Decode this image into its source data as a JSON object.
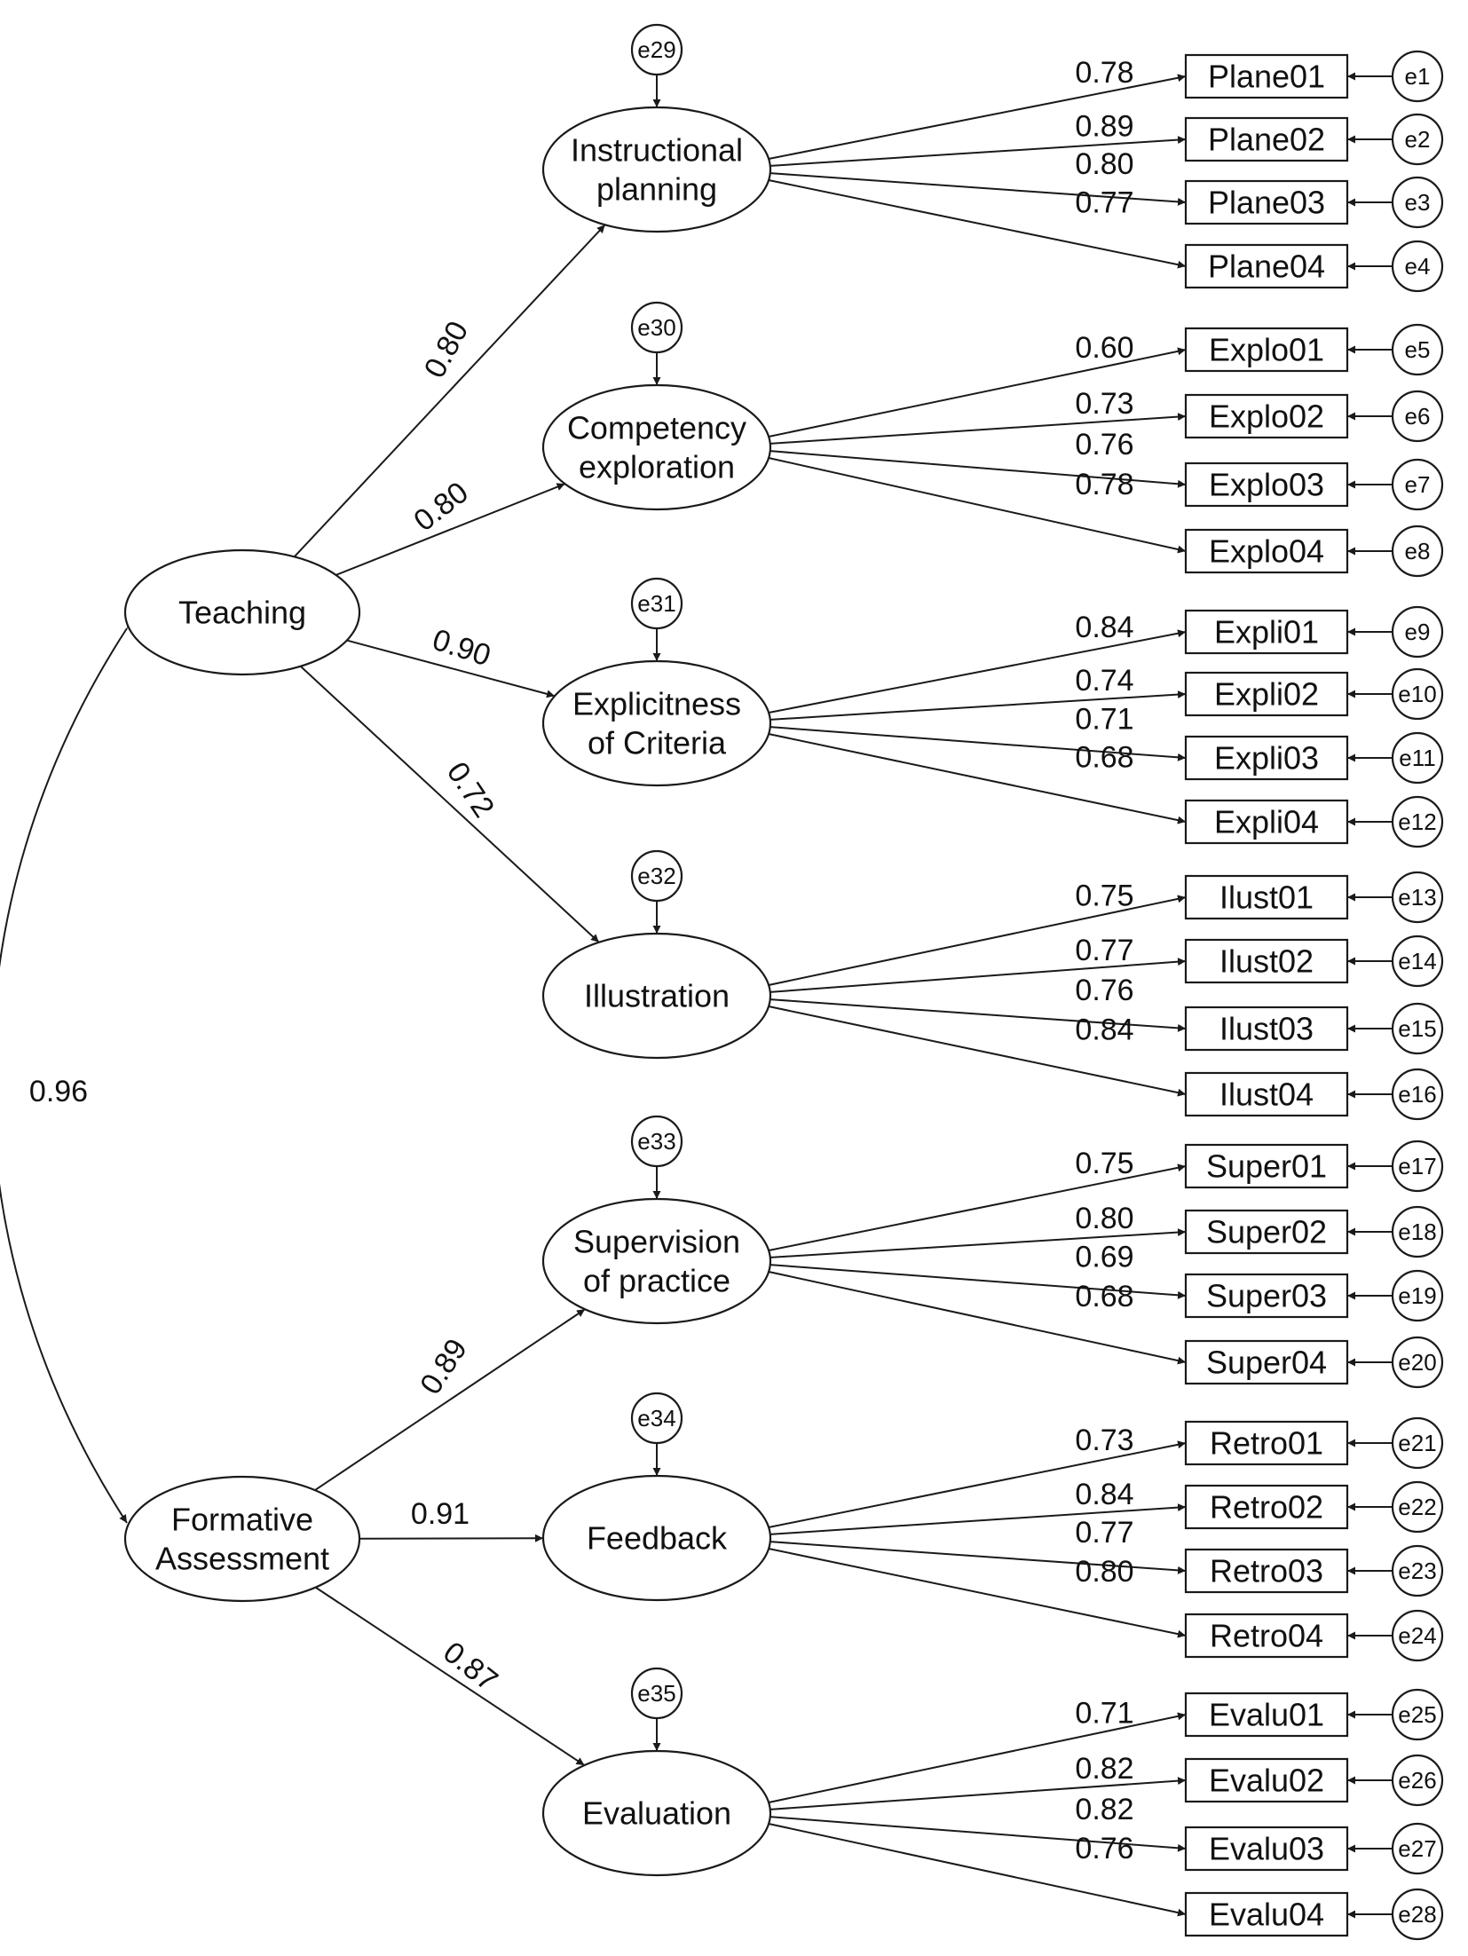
{
  "diagram": {
    "correlation": {
      "from": "Teaching",
      "to": "Formative Assessment",
      "label": "0.96"
    },
    "second_order": [
      {
        "name": "Teaching",
        "lines": [
          "Teaching"
        ],
        "paths": [
          {
            "to": "Instructional planning",
            "label": "0.80"
          },
          {
            "to": "Competency exploration",
            "label": "0.80"
          },
          {
            "to": "Explicitness of Criteria",
            "label": "0.90"
          },
          {
            "to": "Illustration",
            "label": "0.72"
          }
        ]
      },
      {
        "name": "Formative Assessment",
        "lines": [
          "Formative",
          "Assessment"
        ],
        "paths": [
          {
            "to": "Supervision of practice",
            "label": "0.89"
          },
          {
            "to": "Feedback",
            "label": "0.91"
          },
          {
            "to": "Evaluation",
            "label": "0.87"
          }
        ]
      }
    ],
    "factors": [
      {
        "name": "Instructional planning",
        "lines": [
          "Instructional",
          "planning"
        ],
        "error": "e29",
        "indicators": [
          {
            "name": "Plane01",
            "loading": "0.78",
            "error": "e1"
          },
          {
            "name": "Plane02",
            "loading": "0.89",
            "error": "e2"
          },
          {
            "name": "Plane03",
            "loading": "0.80",
            "error": "e3"
          },
          {
            "name": "Plane04",
            "loading": "0.77",
            "error": "e4"
          }
        ]
      },
      {
        "name": "Competency exploration",
        "lines": [
          "Competency",
          "exploration"
        ],
        "error": "e30",
        "indicators": [
          {
            "name": "Explo01",
            "loading": "0.60",
            "error": "e5"
          },
          {
            "name": "Explo02",
            "loading": "0.73",
            "error": "e6"
          },
          {
            "name": "Explo03",
            "loading": "0.76",
            "error": "e7"
          },
          {
            "name": "Explo04",
            "loading": "0.78",
            "error": "e8"
          }
        ]
      },
      {
        "name": "Explicitness of Criteria",
        "lines": [
          "Explicitness",
          "of Criteria"
        ],
        "error": "e31",
        "indicators": [
          {
            "name": "Expli01",
            "loading": "0.84",
            "error": "e9"
          },
          {
            "name": "Expli02",
            "loading": "0.74",
            "error": "e10"
          },
          {
            "name": "Expli03",
            "loading": "0.71",
            "error": "e11"
          },
          {
            "name": "Expli04",
            "loading": "0.68",
            "error": "e12"
          }
        ]
      },
      {
        "name": "Illustration",
        "lines": [
          "Illustration"
        ],
        "error": "e32",
        "indicators": [
          {
            "name": "Ilust01",
            "loading": "0.75",
            "error": "e13"
          },
          {
            "name": "Ilust02",
            "loading": "0.77",
            "error": "e14"
          },
          {
            "name": "Ilust03",
            "loading": "0.76",
            "error": "e15"
          },
          {
            "name": "Ilust04",
            "loading": "0.84",
            "error": "e16"
          }
        ]
      },
      {
        "name": "Supervision of practice",
        "lines": [
          "Supervision",
          "of practice"
        ],
        "error": "e33",
        "indicators": [
          {
            "name": "Super01",
            "loading": "0.75",
            "error": "e17"
          },
          {
            "name": "Super02",
            "loading": "0.80",
            "error": "e18"
          },
          {
            "name": "Super03",
            "loading": "0.69",
            "error": "e19"
          },
          {
            "name": "Super04",
            "loading": "0.68",
            "error": "e20"
          }
        ]
      },
      {
        "name": "Feedback",
        "lines": [
          "Feedback"
        ],
        "error": "e34",
        "indicators": [
          {
            "name": "Retro01",
            "loading": "0.73",
            "error": "e21"
          },
          {
            "name": "Retro02",
            "loading": "0.84",
            "error": "e22"
          },
          {
            "name": "Retro03",
            "loading": "0.77",
            "error": "e23"
          },
          {
            "name": "Retro04",
            "loading": "0.80",
            "error": "e24"
          }
        ]
      },
      {
        "name": "Evaluation",
        "lines": [
          "Evaluation"
        ],
        "error": "e35",
        "indicators": [
          {
            "name": "Evalu01",
            "loading": "0.71",
            "error": "e25"
          },
          {
            "name": "Evalu02",
            "loading": "0.82",
            "error": "e26"
          },
          {
            "name": "Evalu03",
            "loading": "0.82",
            "error": "e27"
          },
          {
            "name": "Evalu04",
            "loading": "0.76",
            "error": "e28"
          }
        ]
      }
    ]
  }
}
